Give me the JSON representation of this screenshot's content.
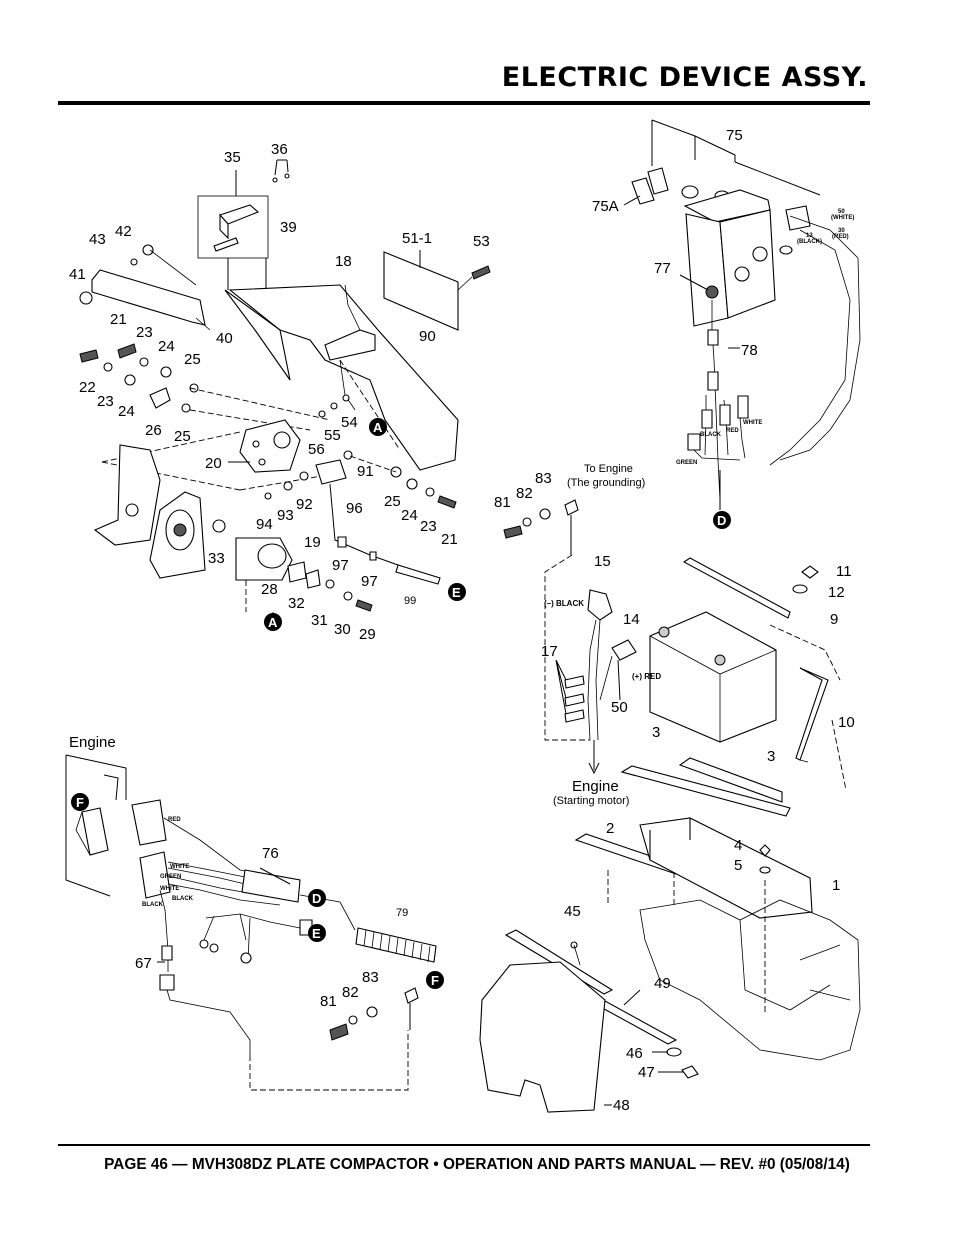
{
  "title": "ELECTRIC DEVICE ASSY.",
  "footer": "PAGE 46 — MVH308DZ PLATE COMPACTOR • OPERATION AND PARTS MANUAL — REV. #0 (05/08/14)",
  "callouts": {
    "n35": "35",
    "n36": "36",
    "n39": "39",
    "n42": "42",
    "n43": "43",
    "n41": "41",
    "n40": "40",
    "n18": "18",
    "n51_1": "51-1",
    "n53": "53",
    "n21a": "21",
    "n23a": "23",
    "n24a": "24",
    "n25a": "25",
    "n22": "22",
    "n23b": "23",
    "n24b": "24",
    "n26": "26",
    "n25b": "25",
    "n90": "90",
    "n54": "54",
    "n55": "55",
    "n56": "56",
    "n20": "20",
    "n91": "91",
    "n92": "92",
    "n93": "93",
    "n94": "94",
    "n96": "96",
    "n25c": "25",
    "n24c": "24",
    "n23c": "23",
    "n21b": "21",
    "n19": "19",
    "n33": "33",
    "n97a": "97",
    "n97b": "97",
    "n28": "28",
    "n32": "32",
    "n31": "31",
    "n30": "30",
    "n29": "29",
    "n99": "99",
    "n75": "75",
    "n75a": "75A",
    "n77": "77",
    "n78": "78",
    "n81a": "81",
    "n82a": "82",
    "n83a": "83",
    "n15": "15",
    "n14": "14",
    "n17": "17",
    "n50": "50",
    "n11": "11",
    "n12": "12",
    "n9": "9",
    "n10": "10",
    "n3a": "3",
    "n3b": "3",
    "n2": "2",
    "n4": "4",
    "n5": "5",
    "n1": "1",
    "n45": "45",
    "n49": "49",
    "n46": "46",
    "n47": "47",
    "n48": "48",
    "n76": "76",
    "n79": "79",
    "n67": "67",
    "n81b": "81",
    "n82b": "82",
    "n83b": "83"
  },
  "connectors": {
    "A": "A",
    "D": "D",
    "E": "E",
    "F": "F"
  },
  "notes": {
    "to_engine": "To Engine",
    "grounding": "(The grounding)",
    "engine_label": "Engine",
    "starting_motor": "(Starting motor)",
    "engine_top": "Engine",
    "neg_black": "(–) BLACK",
    "pos_red": "(+) RED"
  },
  "wires": {
    "red": "RED",
    "white": "WHITE",
    "green": "GREEN",
    "black": "BLACK",
    "w50": "50",
    "w50c": "(WHITE)",
    "w30": "30",
    "w30c": "(RED)",
    "w13": "13",
    "w13c": "(BLACK)"
  }
}
